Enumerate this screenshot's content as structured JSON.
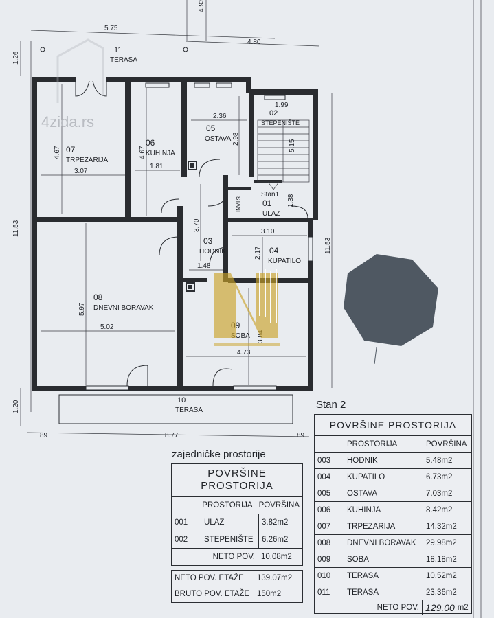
{
  "dimensions": {
    "top_total": "5.75",
    "top_right": "4.80",
    "vertical_top": "4.93",
    "left_top": "1.26",
    "left_mid": "11.53",
    "right_mid": "11.53",
    "left_bottom": "1.20",
    "bottom_left": "89",
    "bottom_mid": "8.77",
    "bottom_right": "89",
    "r07_h": "4.67",
    "r07_w": "3.07",
    "r06_h": "4.67",
    "r06_w": "1.81",
    "r05_w": "2.36",
    "r05_h": "2.98",
    "r02_w": "1.99",
    "r02_h": "5.15",
    "r01_h": "1.38",
    "r03_h": "3.70",
    "r03_w": "1.48",
    "r04_w": "3.10",
    "r04_h": "2.17",
    "r08_h": "5.97",
    "r08_w": "5.02",
    "r09_h": "3.84",
    "r09_w": "4.73"
  },
  "rooms": [
    {
      "num": "11",
      "name": "TERASA"
    },
    {
      "num": "07",
      "name": "TRPEZARIJA"
    },
    {
      "num": "06",
      "name": "KUHINJA"
    },
    {
      "num": "05",
      "name": "OSTAVA"
    },
    {
      "num": "02",
      "name": "STEPENIŠTE"
    },
    {
      "num": "01",
      "name": "ULAZ"
    },
    {
      "num": "03",
      "name": "HODNIK"
    },
    {
      "num": "04",
      "name": "KUPATILO"
    },
    {
      "num": "08",
      "name": "DNEVNI BORAVAK"
    },
    {
      "num": "09",
      "name": "SOBA"
    },
    {
      "num": "10",
      "name": "TERASA"
    }
  ],
  "labels": {
    "stan1": "Stan1",
    "stairs_arrow": "STANI",
    "stan2": "Stan 2",
    "common_rooms": "zajedničke prostorije",
    "watermark_site": "4zida.rs",
    "watermark_site_bottom": "4zida"
  },
  "common_table": {
    "title_line1": "POVRŠINE",
    "title_line2": "PROSTORIJA",
    "col_room": "PROSTORIJA",
    "col_area": "POVRŠINA",
    "rows": [
      {
        "num": "001",
        "name": "ULAZ",
        "area": "3.82m2"
      },
      {
        "num": "002",
        "name": "STEPENIŠTE",
        "area": "6.26m2"
      }
    ],
    "net_label": "NETO POV.",
    "net_value": "10.08m2"
  },
  "floor_totals": {
    "net_label": "NETO POV. ETAŽE",
    "net_value": "139.07m2",
    "gross_label": "BRUTO POV. ETAŽE",
    "gross_value": "150m2"
  },
  "apartment_table": {
    "title": "POVRŠINE PROSTORIJA",
    "col_room": "PROSTORIJA",
    "col_area": "POVRŠINA",
    "rows": [
      {
        "num": "003",
        "name": "HODNIK",
        "area": "5.48m2"
      },
      {
        "num": "004",
        "name": "KUPATILO",
        "area": "6.73m2"
      },
      {
        "num": "005",
        "name": "OSTAVA",
        "area": "7.03m2"
      },
      {
        "num": "006",
        "name": "KUHINJA",
        "area": "8.42m2"
      },
      {
        "num": "007",
        "name": "TRPEZARIJA",
        "area": "14.32m2"
      },
      {
        "num": "008",
        "name": "DNEVNI BORAVAK",
        "area": "29.98m2"
      },
      {
        "num": "009",
        "name": "SOBA",
        "area": "18.18m2"
      },
      {
        "num": "010",
        "name": "TERASA",
        "area": "10.52m2"
      },
      {
        "num": "011",
        "name": "TERASA",
        "area": "23.36m2"
      }
    ],
    "net_label": "NETO POV.",
    "net_value": "129.00",
    "net_unit": "m2"
  },
  "colors": {
    "background": "#e9ecf0",
    "ink": "#2a2c30",
    "logo_gold": "#c9a227",
    "hexagon": "#4f5862"
  }
}
